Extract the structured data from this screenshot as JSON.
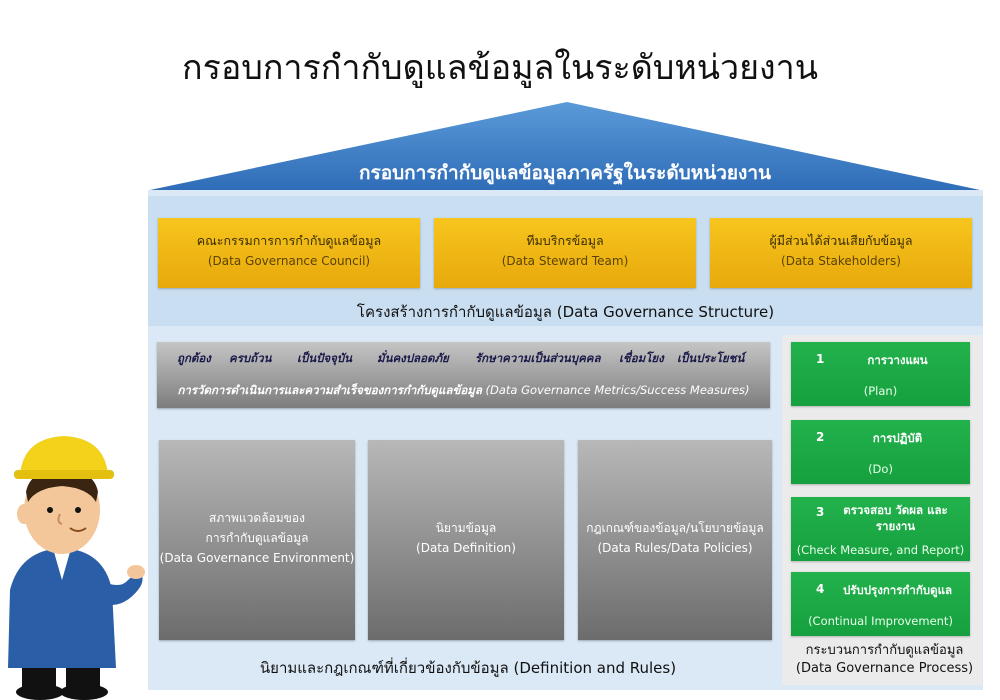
{
  "title": "กรอบการกำกับดูแลข้อมูลในระดับหน่วยงาน",
  "roof_label": "กรอบการกำกับดูแลข้อมูลภาครัฐในระดับหน่วยงาน",
  "structure": {
    "boxes": [
      {
        "th": "คณะกรรมการการกำกับดูแลข้อมูล",
        "en": "(Data Governance Council)"
      },
      {
        "th": "ทีมบริกรข้อมูล",
        "en": "(Data Steward Team)"
      },
      {
        "th": "ผู้มีส่วนได้ส่วนเสียกับข้อมูล",
        "en": "(Data Stakeholders)"
      }
    ],
    "label": "โครงสร้างการกำกับดูแลข้อมูล (Data Governance Structure)"
  },
  "metrics": {
    "items": [
      "ถูกต้อง",
      "ครบถ้วน",
      "เป็นปัจจุบัน",
      "มั่นคงปลอดภัย",
      "รักษาความเป็นส่วนบุคคล",
      "เชื่อมโยง",
      "เป็นประโยชน์"
    ],
    "caption_th": "การวัดการดำเนินการและความสำเร็จของการกำกับดูแลข้อมูล",
    "caption_en": "(Data Governance Metrics/Success Measures)"
  },
  "definitions": {
    "boxes": [
      {
        "th1": "สภาพแวดล้อมของ",
        "th2": "การกำกับดูแลข้อมูล",
        "en": "(Data Governance Environment)"
      },
      {
        "th1": "นิยามข้อมูล",
        "th2": "",
        "en": "(Data Definition)"
      },
      {
        "th1": "กฎเกณฑ์ของข้อมูล/นโยบายข้อมูล",
        "th2": "",
        "en": "(Data Rules/Data Policies)"
      }
    ],
    "label": "นิยามและกฎเกณฑ์ที่เกี่ยวข้องกับข้อมูล (Definition and Rules)"
  },
  "process": {
    "steps": [
      {
        "num": "1",
        "th": "การวางแผน",
        "en": "(Plan)"
      },
      {
        "num": "2",
        "th": "การปฏิบัติ",
        "en": "(Do)"
      },
      {
        "num": "3",
        "th": "ตรวจสอบ วัดผล และ รายงาน",
        "en": "(Check Measure, and Report)"
      },
      {
        "num": "4",
        "th": "ปรับปรุงการกำกับดูแล",
        "en": "(Continual Improvement)"
      }
    ],
    "label_th": "กระบวนการกำกับดูแลข้อมูล",
    "label_en": "(Data Governance Process)"
  },
  "colors": {
    "roof": "#3f7fc8",
    "gold": "#f2b91a",
    "green": "#1aa947",
    "grey": "#8c8c8c"
  }
}
